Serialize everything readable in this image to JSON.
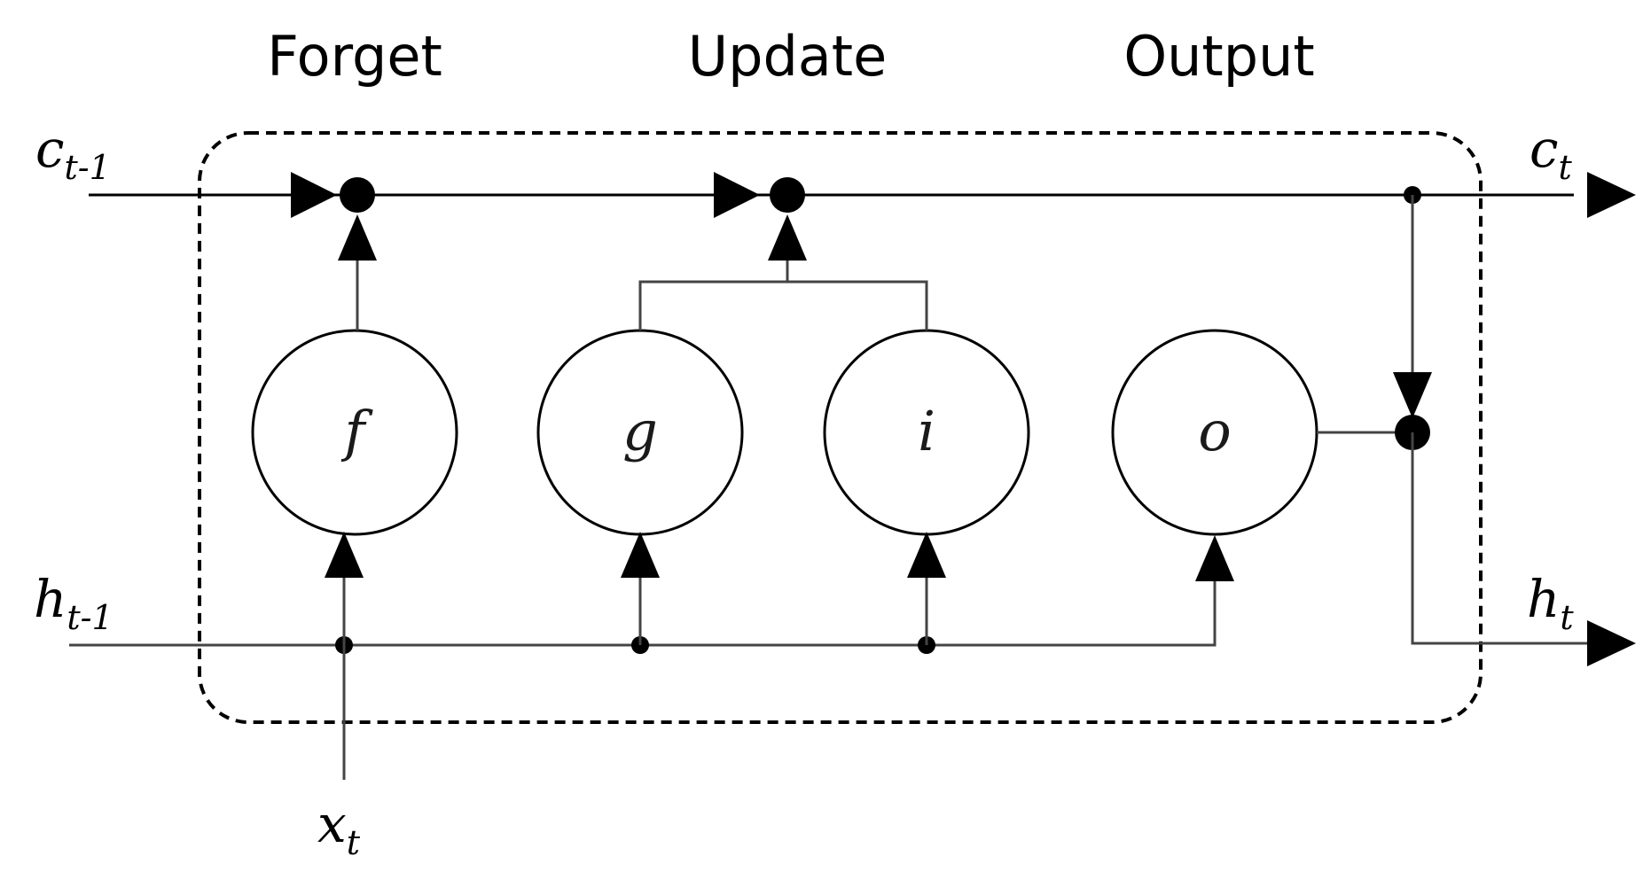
{
  "sections": {
    "forget": "Forget",
    "update": "Update",
    "output": "Output"
  },
  "inputs": {
    "c_prev": {
      "base": "c",
      "sub": "t-1"
    },
    "h_prev": {
      "base": "h",
      "sub": "t-1"
    },
    "x": {
      "base": "x",
      "sub": "t"
    }
  },
  "outputs": {
    "c": {
      "base": "c",
      "sub": "t"
    },
    "h": {
      "base": "h",
      "sub": "t"
    }
  },
  "gates": {
    "f": "f",
    "g": "g",
    "i": "i",
    "o": "o"
  }
}
